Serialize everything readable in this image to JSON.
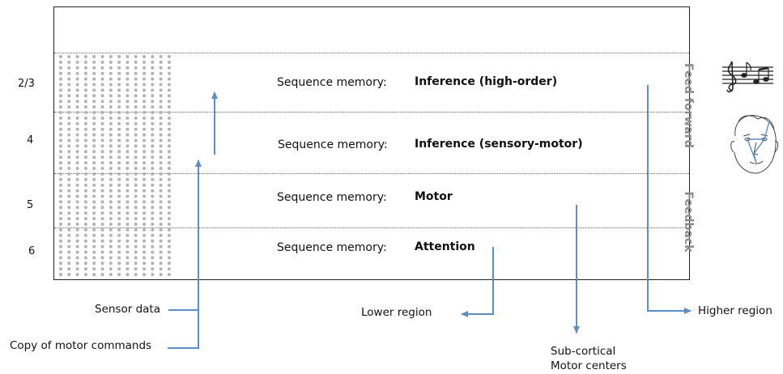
{
  "layers": [
    {
      "number": "2/3",
      "prefix": "Sequence memory:",
      "type": "Inference (high-order)"
    },
    {
      "number": "4",
      "prefix": "Sequence memory:",
      "type": "Inference (sensory-motor)"
    },
    {
      "number": "5",
      "prefix": "Sequence memory:",
      "type": "Motor"
    },
    {
      "number": "6",
      "prefix": "Sequence memory:",
      "type": "Attention"
    }
  ],
  "side_labels": {
    "feed_forward": "Feed forward",
    "feedback": "Feedback"
  },
  "inputs": {
    "sensor_data": "Sensor data",
    "copy_motor": "Copy of motor commands"
  },
  "outputs": {
    "lower_region": "Lower region",
    "higher_region": "Higher region",
    "subcortical_line1": "Sub-cortical",
    "subcortical_line2": "Motor centers"
  },
  "colors": {
    "arrow": "#5b8ec4",
    "dots": "#b3b3b3",
    "side_text": "#8a8a8a"
  },
  "icons": {
    "music": "music-notes-icon",
    "face": "face-sketch-icon"
  }
}
